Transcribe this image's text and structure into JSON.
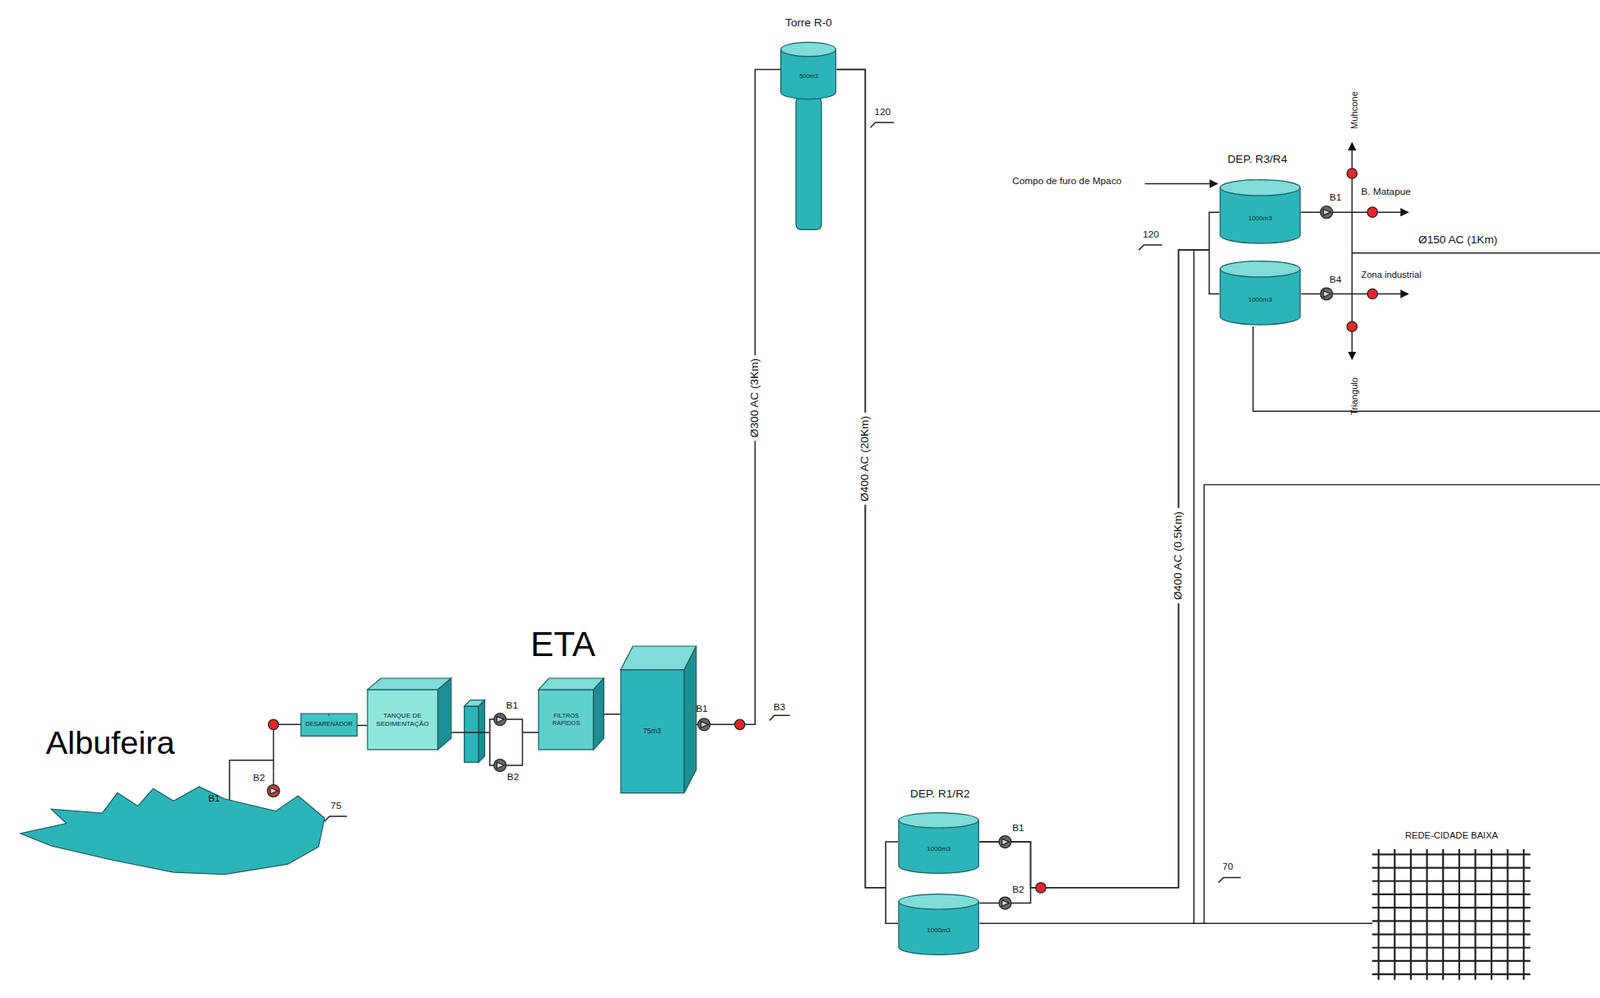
{
  "diagram": {
    "nodes": [
      {
        "text": [
          "Albufeira"
        ]
      },
      {
        "text": [
          "DESARENADOR"
        ]
      },
      {
        "text": [
          "TANQUE DE SEDIMENTAÇÃO"
        ]
      },
      {
        "text": [
          "FILTROS RAPIDOS"
        ]
      },
      {
        "text": [
          "75m3"
        ]
      },
      {
        "text": [
          "Torre R-0",
          "500m3"
        ]
      },
      {
        "text": [
          "1000m3"
        ]
      },
      {
        "text": [
          "1000m3"
        ]
      },
      {
        "text": [
          "1000m3"
        ]
      },
      {
        "text": [
          "1000m3"
        ]
      },
      {
        "text": [
          "REDE-CIDADE BAIXA"
        ]
      }
    ],
    "edges": [
      {
        "from": 0,
        "to": 1,
        "arrow": "none"
      },
      {
        "from": 1,
        "to": 2,
        "arrow": "none"
      },
      {
        "from": 2,
        "to": 3,
        "arrow": "none"
      },
      {
        "from": 3,
        "to": 4,
        "arrow": "none"
      },
      {
        "from": 4,
        "to": 5,
        "label": "Ø300 AC (3Km)",
        "arrow": "none"
      },
      {
        "from": 5,
        "to": 6,
        "label": "Ø400 AC (20Km)",
        "arrow": "none"
      },
      {
        "from": 5,
        "to": 7,
        "arrow": "none"
      },
      {
        "from": 6,
        "to": 8,
        "label": "Ø400 AC (0.5Km)",
        "arrow": "none"
      },
      {
        "from": 6,
        "to": 9,
        "arrow": "none"
      },
      {
        "from": 7,
        "to": 10,
        "arrow": "none"
      }
    ],
    "labels": [
      "ETA",
      "75",
      "B1",
      "B2",
      "B1",
      "B2",
      "B1",
      "B3",
      "120",
      "DEP. R1/R2",
      "B1",
      "B2",
      "Compo de furo de Mpaco",
      "DEP. R3/R4",
      "120",
      "B1",
      "B4",
      "Muhcone",
      "B. Matapue",
      "Ø150 AC (1Km)",
      "Zona industrial",
      "Triangulo",
      "70"
    ]
  }
}
